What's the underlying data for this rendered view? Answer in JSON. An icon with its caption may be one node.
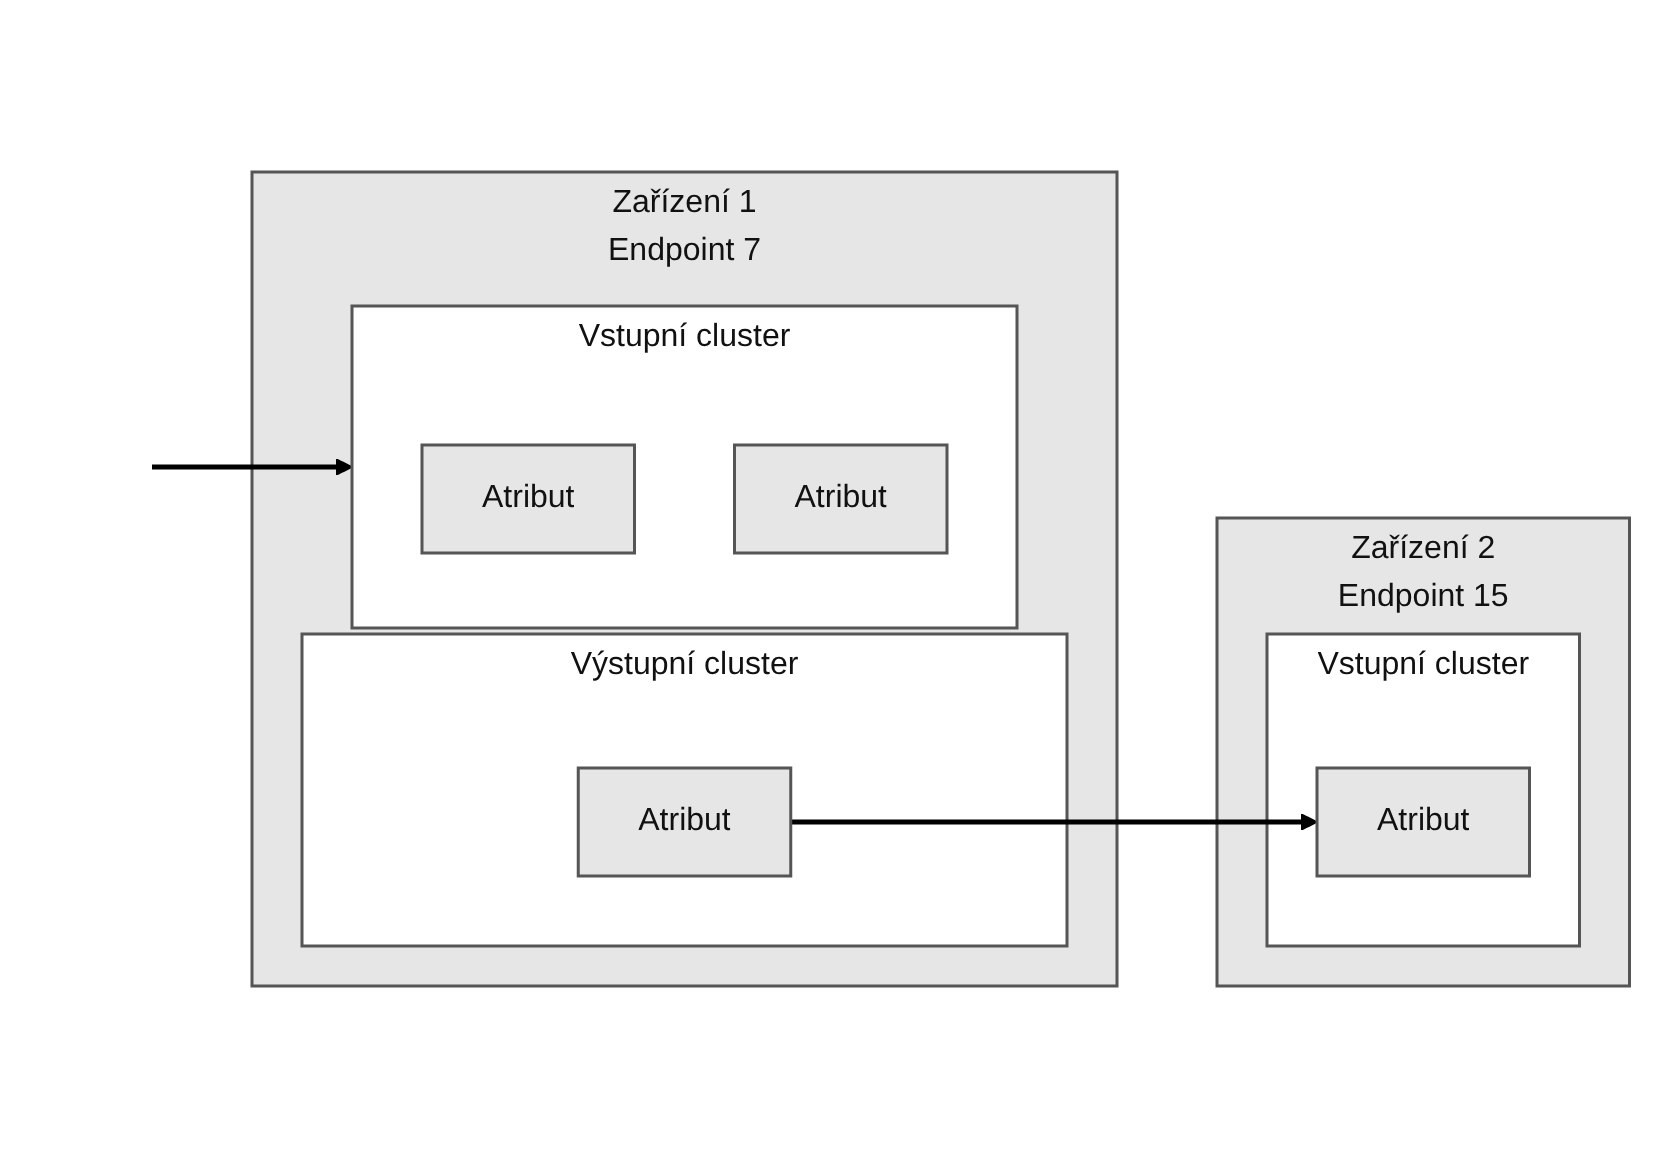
{
  "diagram": {
    "nodes": [
      {
        "text": [
          "Zařízení 1",
          "Endpoint 7"
        ]
      },
      {
        "text": [
          "Výstupní cluster"
        ],
        "in": 0
      },
      {
        "text": [
          "Atribut"
        ],
        "in": 1
      },
      {
        "text": [
          "Vstupní cluster"
        ],
        "in": 0
      },
      {
        "text": [
          "Atribut"
        ],
        "in": 3
      },
      {
        "text": [
          "Atribut"
        ],
        "in": 3
      },
      {
        "text": [
          "Zařízení 2",
          "Endpoint 15"
        ]
      },
      {
        "text": [
          "Vstupní cluster"
        ],
        "in": 6
      },
      {
        "text": [
          "Atribut"
        ],
        "in": 7
      }
    ],
    "edges": [
      {
        "from": 2,
        "to": 8,
        "arrow": "to"
      },
      {
        "from": null,
        "to": 3,
        "arrow": "to"
      }
    ]
  }
}
